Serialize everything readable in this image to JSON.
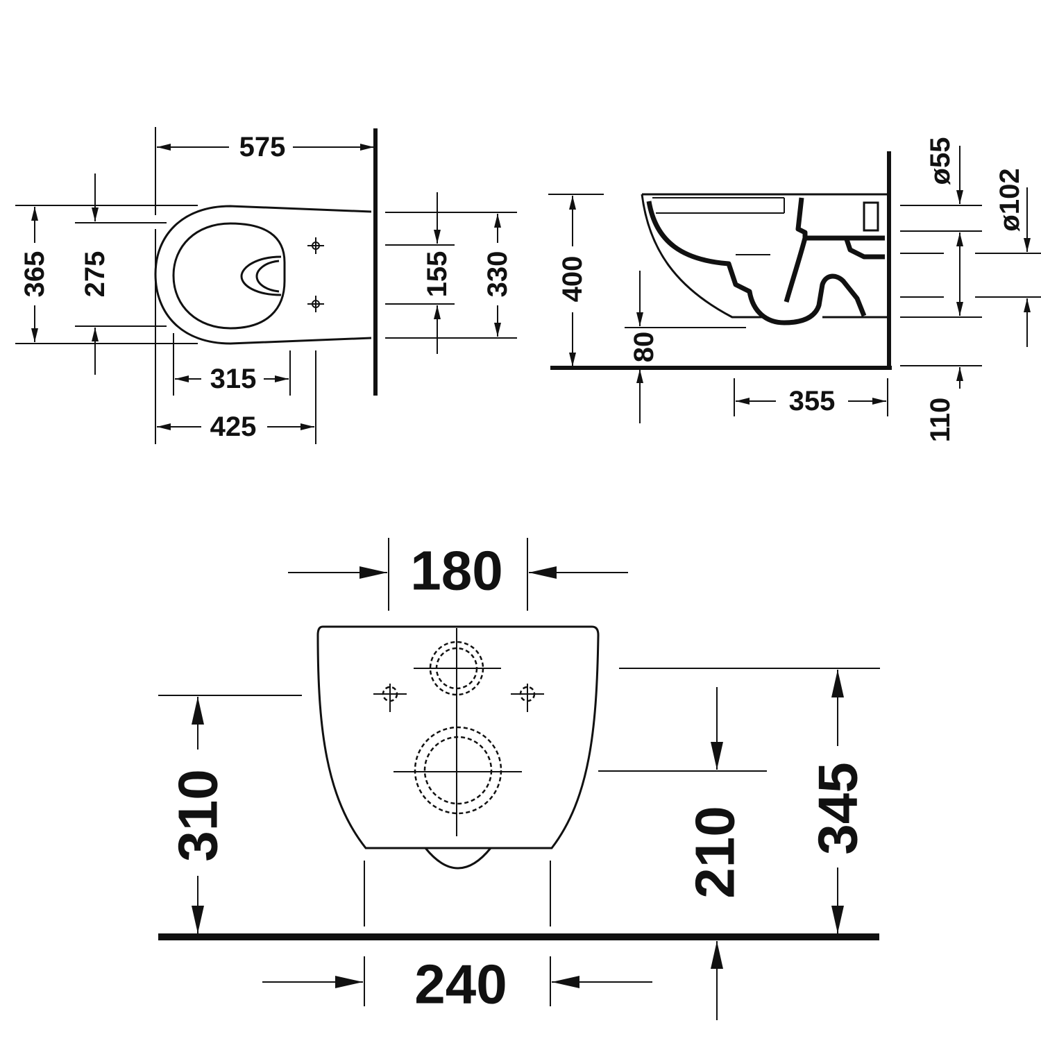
{
  "top_view": {
    "overall_length": "575",
    "overall_width": "365",
    "seat_width": "275",
    "fixing_hole_spacing": "155",
    "wall_width": "330",
    "bowl_opening_length": "315",
    "front_to_hole": "425"
  },
  "side_view": {
    "height": "400",
    "outlet_height": "80",
    "outlet_distance": "355",
    "waste_height": "110",
    "inlet_diameter": "ø55",
    "outlet_diameter": "ø102"
  },
  "rear_view": {
    "inlet_spacing": "180",
    "inlet_height": "310",
    "outlet_center_height": "210",
    "top_height": "345",
    "bolt_spacing": "240"
  }
}
